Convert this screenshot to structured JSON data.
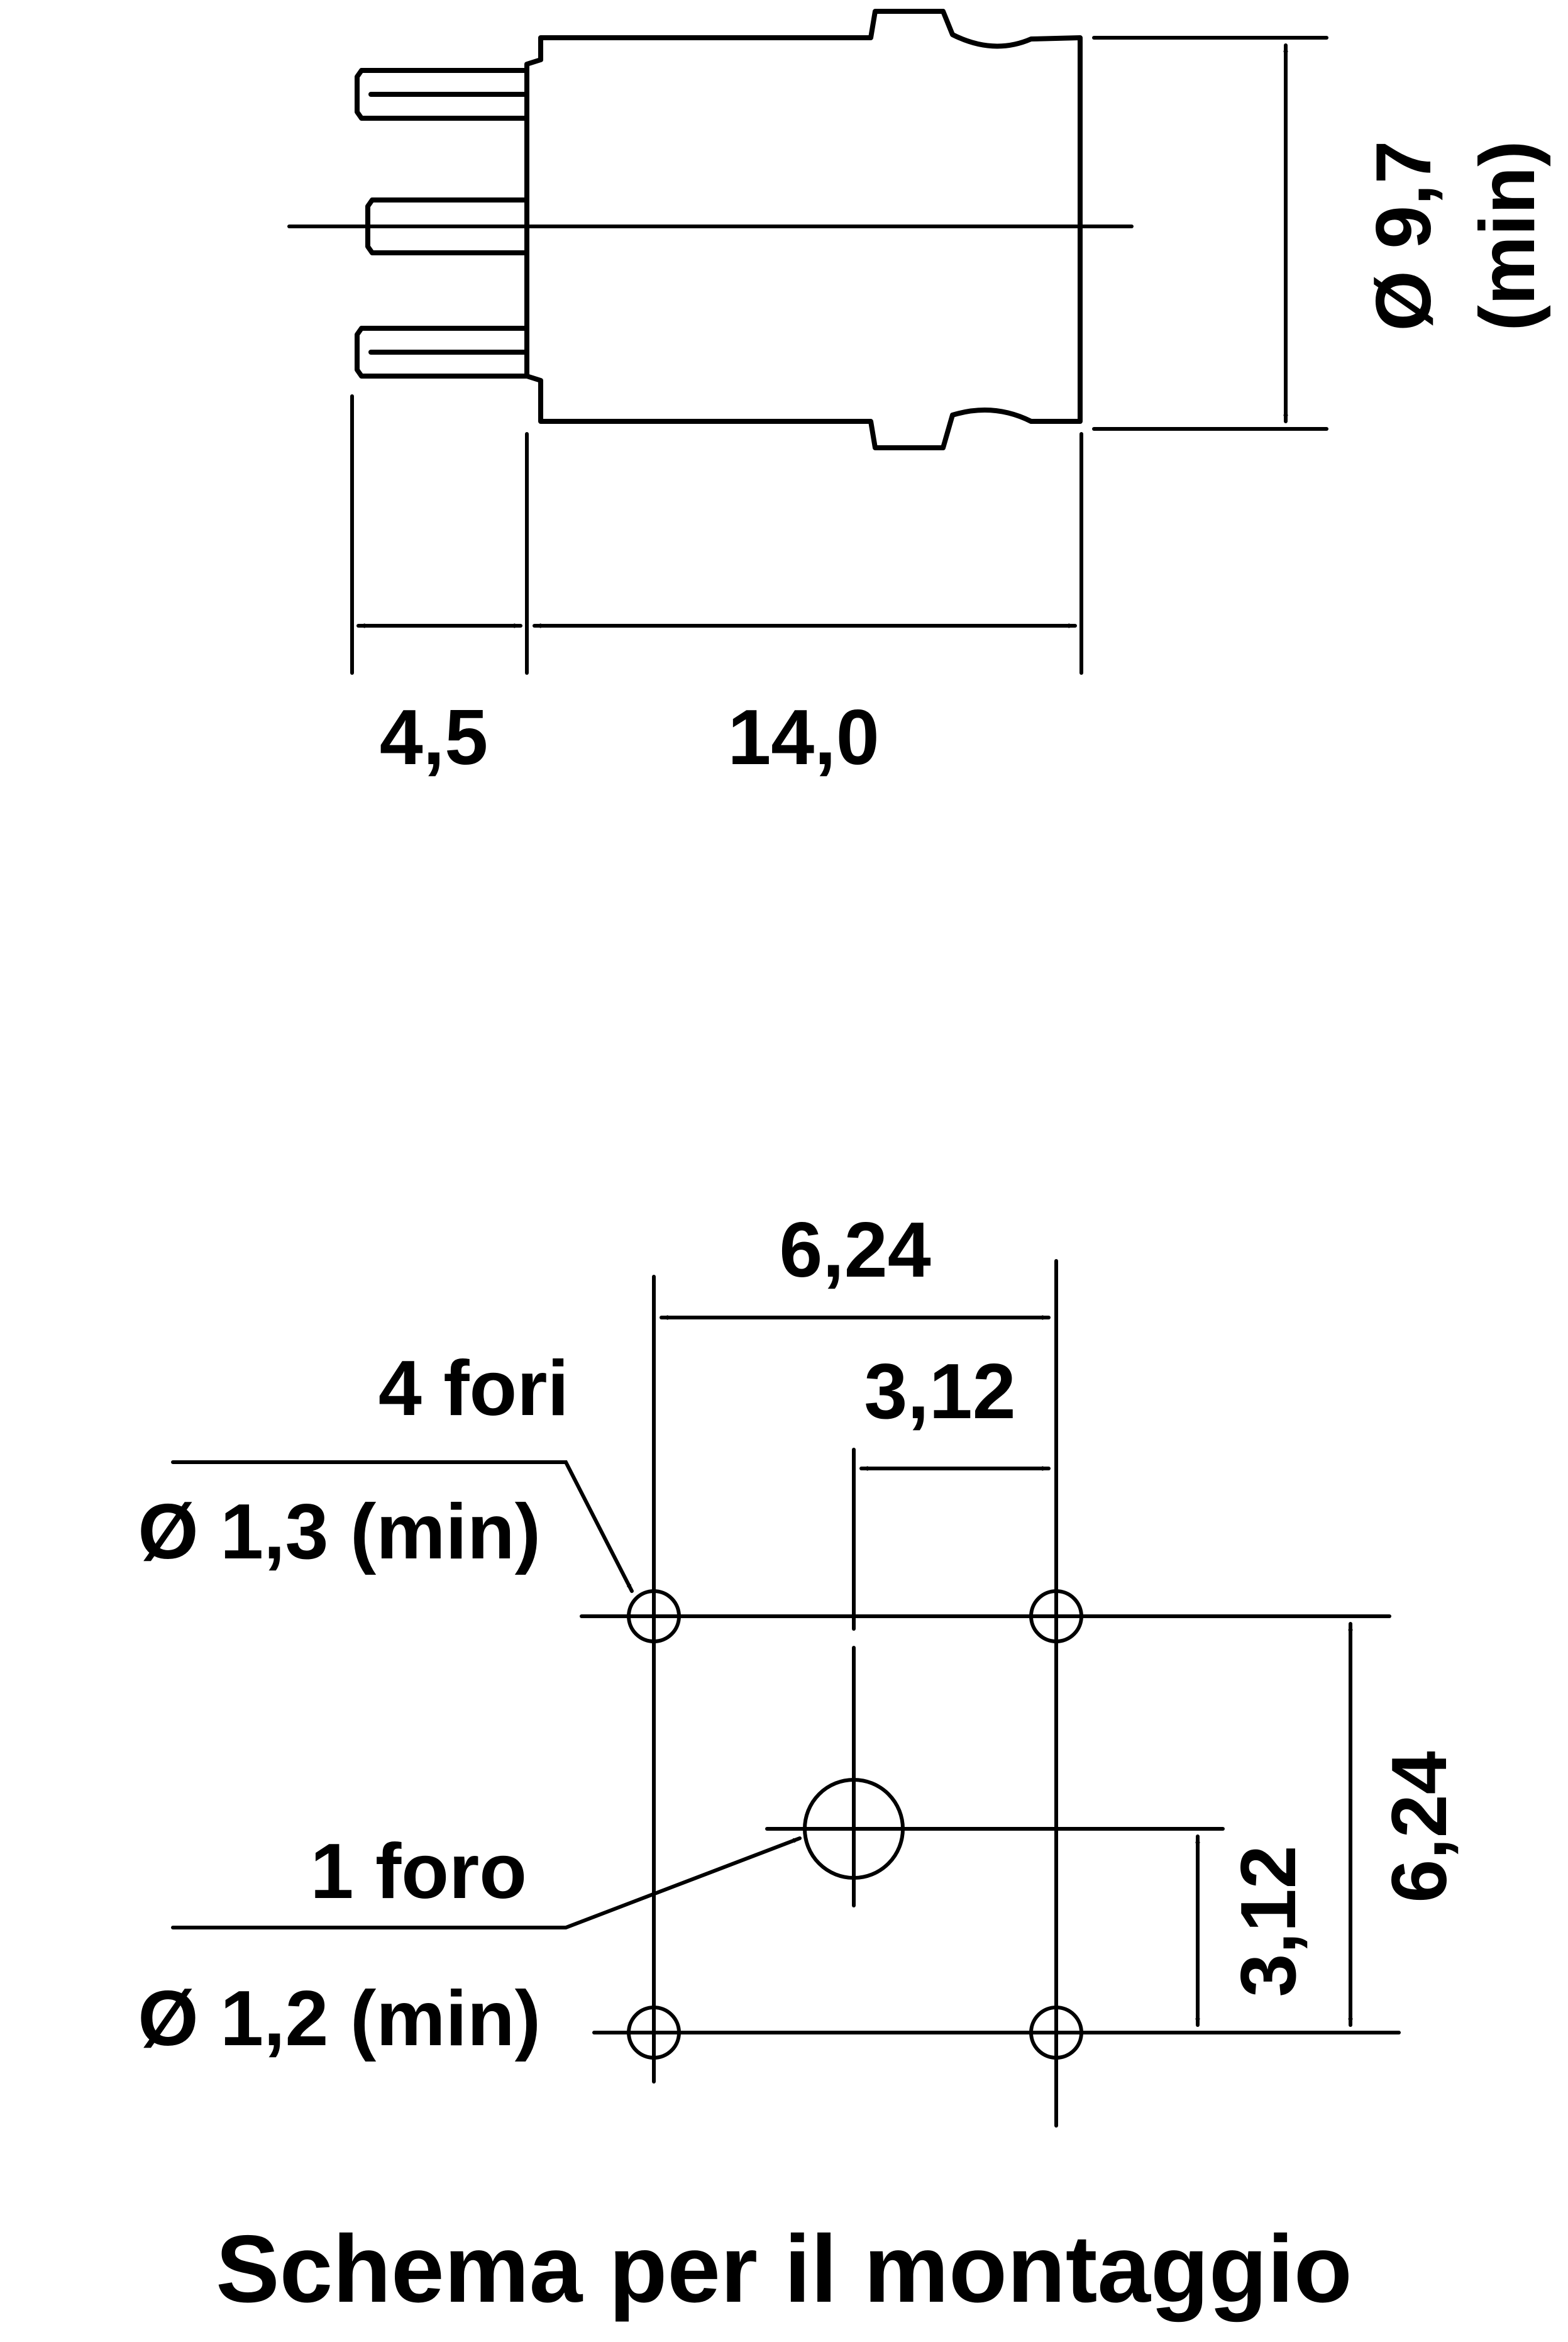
{
  "side_view": {
    "dim_pins_len": "4,5",
    "dim_body_len": "14,0",
    "dim_diameter": "Ø 9,7",
    "dim_diameter_note": "(min)"
  },
  "mounting_scheme": {
    "dim_outer_width": "6,24",
    "dim_half_width": "3,12",
    "dim_outer_height": "6,24",
    "dim_half_height": "3,12",
    "holes_four_label": "4 fori",
    "holes_four_diameter": "Ø 1,3 (min)",
    "hole_one_label": "1 foro",
    "hole_one_diameter": "Ø 1,2 (min)"
  },
  "caption": "Schema per il montaggio"
}
